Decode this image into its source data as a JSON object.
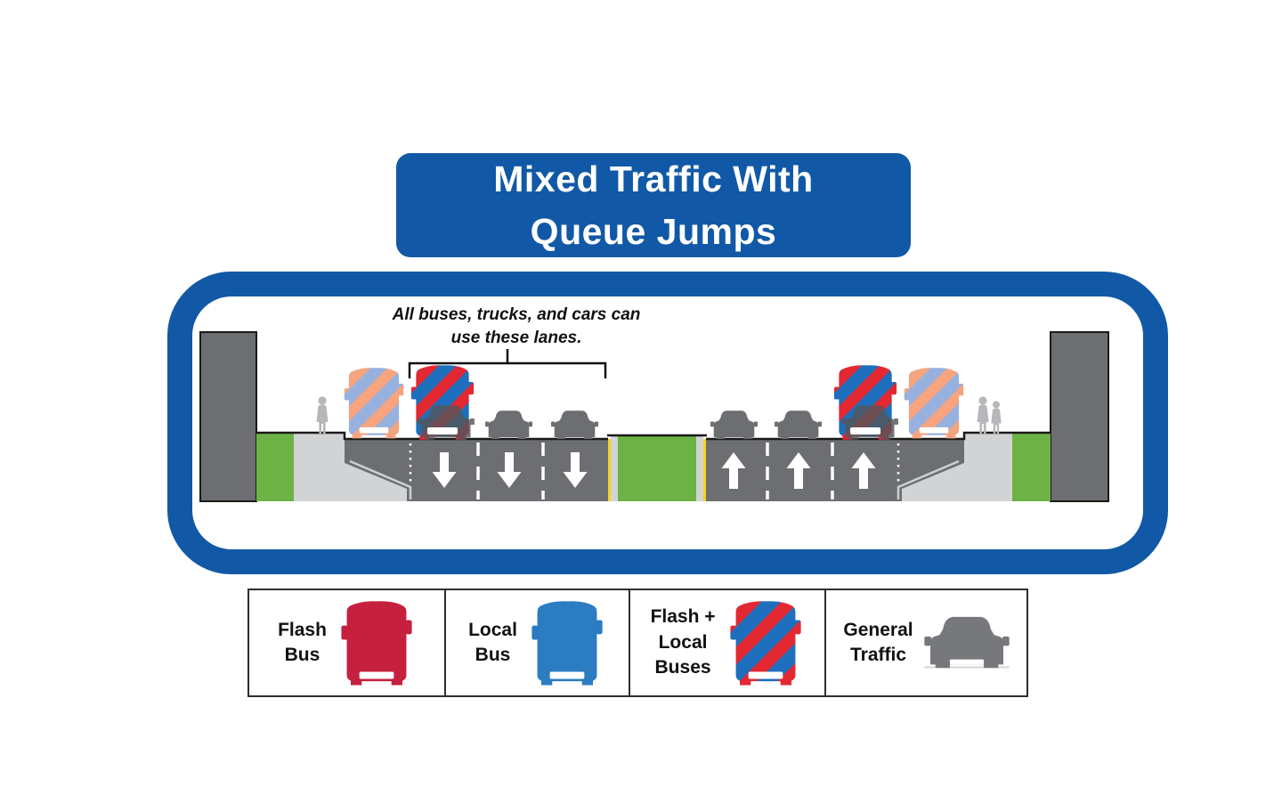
{
  "title": {
    "text": "Mixed Traffic With\nQueue Jumps"
  },
  "annotation": {
    "text": "All buses, trucks, and cars can\nuse these lanes."
  },
  "diagram": {
    "left_lane_count": 3,
    "right_lane_count": 3,
    "left_lanes_direction": "down",
    "right_lanes_direction": "up",
    "features": [
      "queue jump pockets at curbs",
      "green center median",
      "sidewalks with pedestrians",
      "buildings at both edges"
    ]
  },
  "legend": {
    "items": [
      {
        "label": "Flash\nBus",
        "icon": "flash-bus-icon"
      },
      {
        "label": "Local\nBus",
        "icon": "local-bus-icon"
      },
      {
        "label": "Flash +\nLocal\nBuses",
        "icon": "flash-local-bus-icon"
      },
      {
        "label": "General\nTraffic",
        "icon": "general-traffic-car-icon"
      }
    ]
  },
  "colors": {
    "brand_blue": "#1159a6",
    "flash_red": "#c5203e",
    "local_blue": "#2b7cc1",
    "stripe_blue": "#1d6fbd",
    "stripe_red": "#e32832",
    "faded_stripe_blue": "#97b1de",
    "faded_stripe_orange": "#f6a47f",
    "green": "#6cb244",
    "road_gray": "#6d6e71",
    "sidewalk_gray": "#d2d3d5",
    "traffic_gray": "#77787b",
    "pedestrian_gray": "#b5b7ba",
    "lane_yellow": "#f7d41f"
  }
}
